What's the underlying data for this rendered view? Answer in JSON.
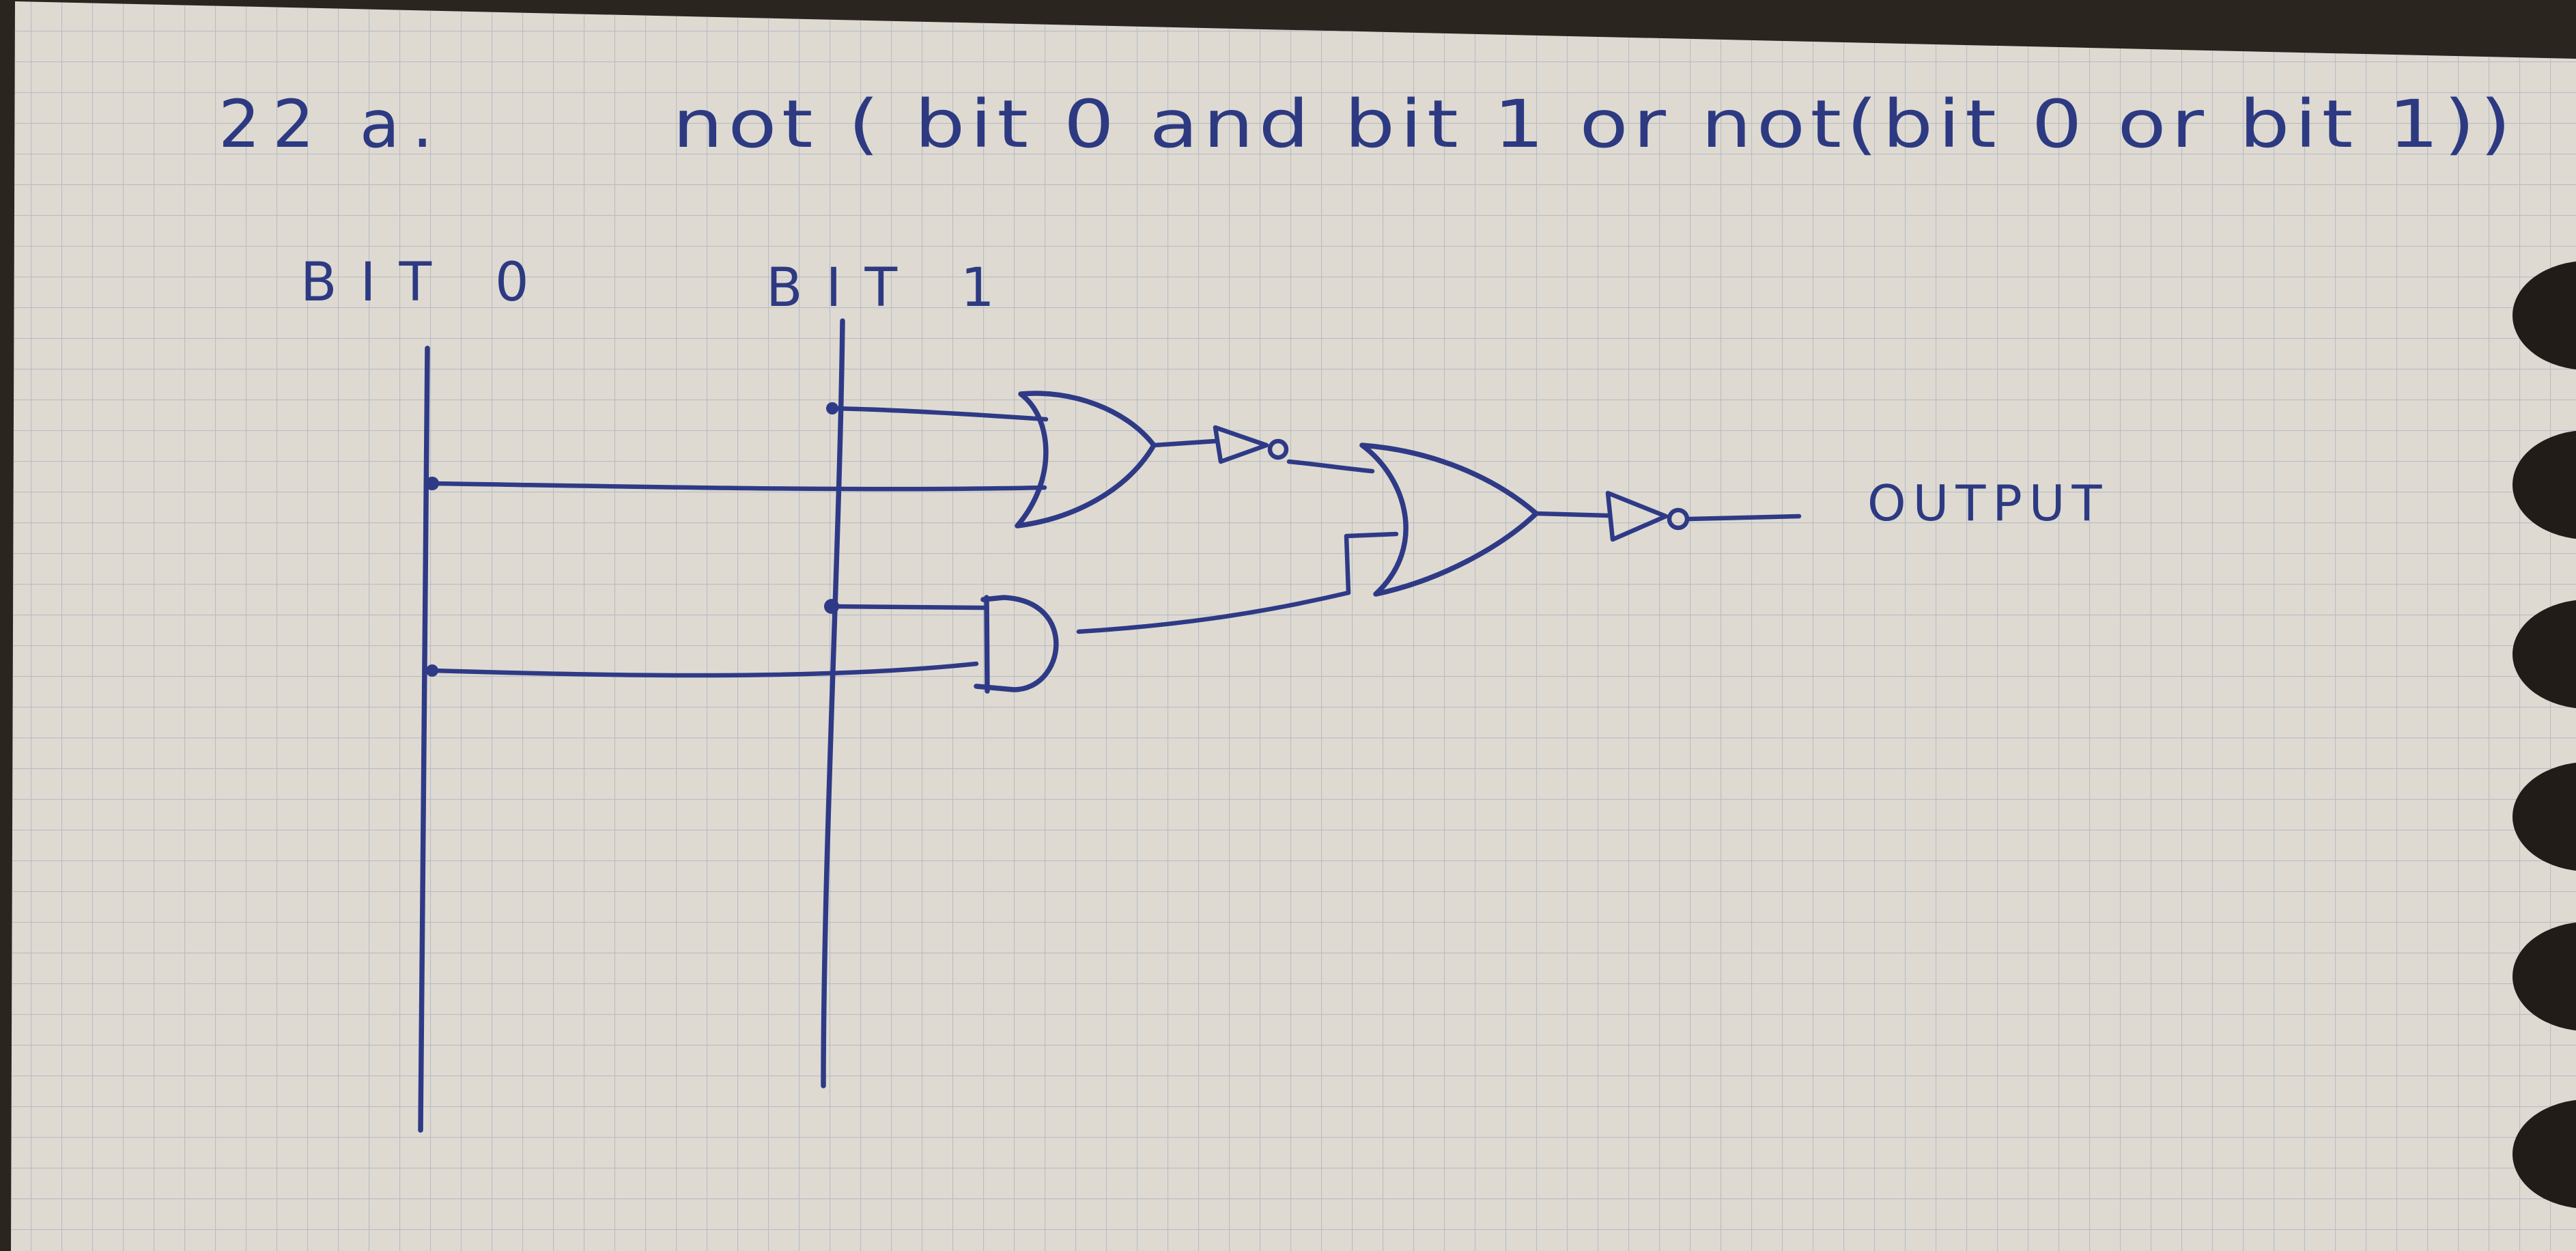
{
  "paper": {
    "background_color": "#dedad2",
    "grid_color": "#b9bcc4",
    "ink_color": "#2f3a86",
    "punch_hole_color": "#211c18"
  },
  "problem": {
    "number": "22 a.",
    "expression": "not ( bit 0 and bit 1 or not(bit 0 or bit 1))"
  },
  "inputs": [
    {
      "label": "BIT 0"
    },
    {
      "label": "BIT 1"
    }
  ],
  "output": {
    "label": "OUTPUT"
  },
  "gates": [
    {
      "type": "OR",
      "inputs": [
        "BIT 1",
        "BIT 0"
      ]
    },
    {
      "type": "NOT",
      "inputs": [
        "OR"
      ]
    },
    {
      "type": "AND",
      "inputs": [
        "BIT 1",
        "BIT 0"
      ]
    },
    {
      "type": "OR",
      "inputs": [
        "NOT",
        "AND"
      ]
    },
    {
      "type": "NOT",
      "inputs": [
        "OR"
      ]
    }
  ]
}
